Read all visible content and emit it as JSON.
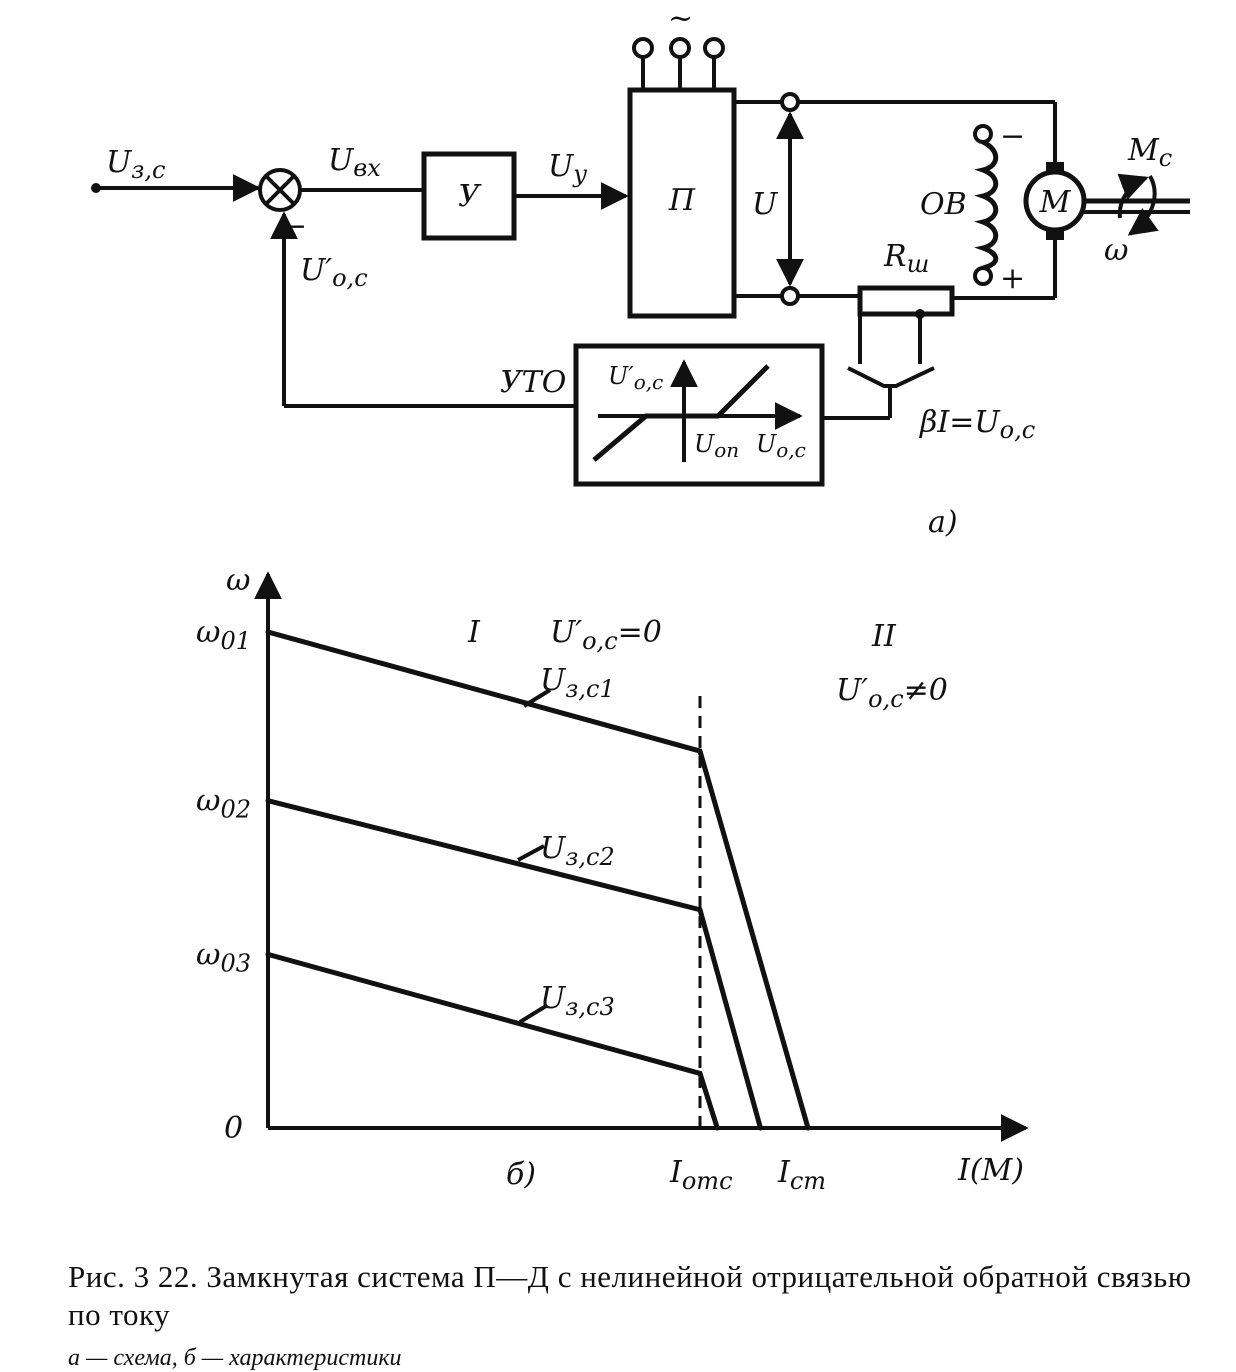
{
  "schematic": {
    "input_label": "U",
    "input_sub": "з,с",
    "sum_in_label": "U",
    "sum_in_sub": "вх",
    "feedback_label": "U′",
    "feedback_sub": "о,с",
    "minus_sign": "−",
    "amplifier_label": "У",
    "amp_out_label": "U",
    "amp_out_sub": "у",
    "converter_label": "П",
    "ac_symbol": "~",
    "voltage_label": "U",
    "field_label": "ОВ",
    "field_minus": "−",
    "field_plus": "+",
    "motor_label": "М",
    "torque_label": "M",
    "torque_sub": "c",
    "speed_label": "ω",
    "shunt_label": "R",
    "shunt_sub": "ш",
    "cut_off_unit_label": "УТО",
    "uto_y_label": "U′",
    "uto_y_sub": "о,с",
    "uto_threshold_label": "U",
    "uto_threshold_sub": "оп",
    "uto_x_label": "U",
    "uto_x_sub": "о,с",
    "feedback_signal_label": "βI=U",
    "feedback_signal_sub": "о,с",
    "panel_label": "а)"
  },
  "chart_data": {
    "type": "line",
    "xlabel": "I(M)",
    "ylabel": "ω",
    "origin_label": "0",
    "y_tick_labels": [
      {
        "text": "ω",
        "sub": "01"
      },
      {
        "text": "ω",
        "sub": "02"
      },
      {
        "text": "ω",
        "sub": "03"
      }
    ],
    "x_tick_labels": [
      {
        "text": "I",
        "sub": "отс"
      },
      {
        "text": "I",
        "sub": "ст"
      }
    ],
    "region_labels": [
      {
        "text": "I",
        "condition": "U′",
        "condition_sub": "о,с",
        "condition_tail": "=0"
      },
      {
        "text": "II",
        "condition": "U′",
        "condition_sub": "о,с",
        "condition_tail": "≠0"
      }
    ],
    "xlim": [
      0,
      1.75
    ],
    "ylim": [
      0,
      1.1
    ],
    "cutoff_x": 1.0,
    "series": [
      {
        "name": "U",
        "sub": "з,с1",
        "x": [
          0,
          1.0,
          1.25
        ],
        "y": [
          1.0,
          0.76,
          0
        ]
      },
      {
        "name": "U",
        "sub": "з,с2",
        "x": [
          0,
          1.0,
          1.14
        ],
        "y": [
          0.66,
          0.44,
          0
        ]
      },
      {
        "name": "U",
        "sub": "з,с3",
        "x": [
          0,
          1.0,
          1.04
        ],
        "y": [
          0.35,
          0.11,
          0
        ]
      }
    ],
    "panel_label": "б)"
  },
  "caption": {
    "text": "Рис. 3 22. Замкнутая система П—Д с нелинейной отрицательной обратной связью по току",
    "sub": "а — схема, б — характеристики"
  }
}
